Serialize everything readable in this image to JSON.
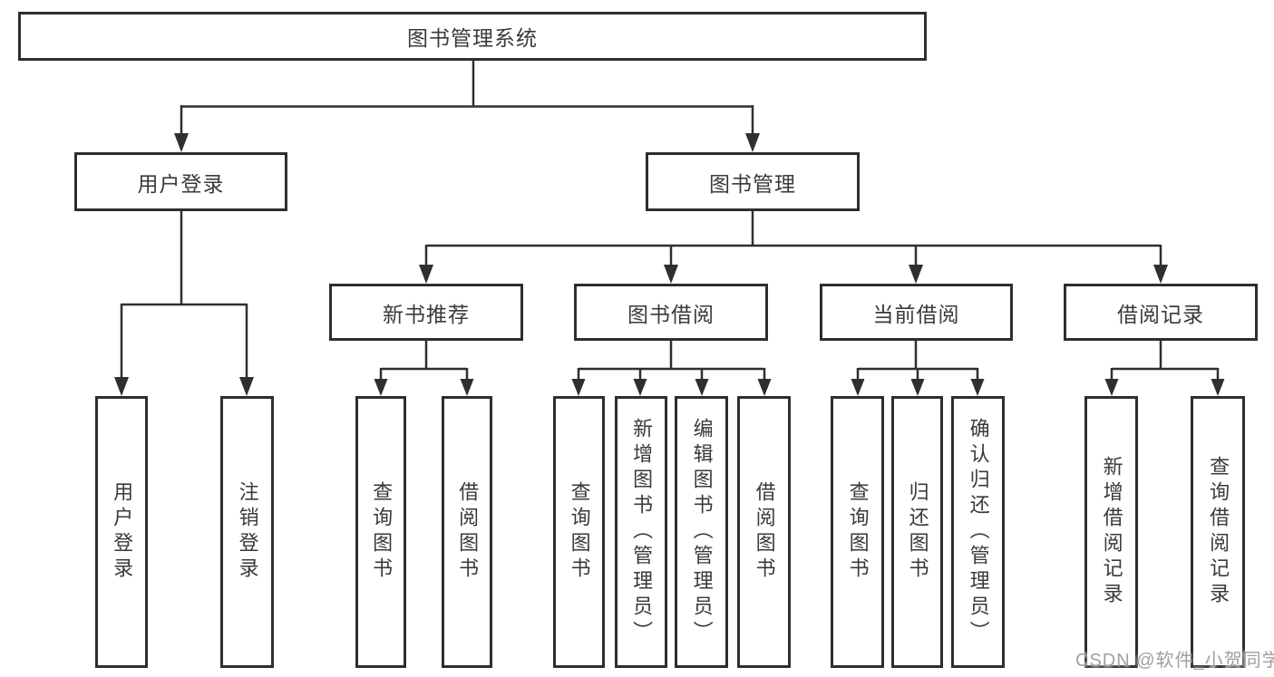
{
  "tree": {
    "root": {
      "label": "图书管理系统"
    },
    "branches": [
      {
        "label": "用户登录",
        "children": [
          {
            "label": "用户登录"
          },
          {
            "label": "注销登录"
          }
        ]
      },
      {
        "label": "图书管理",
        "children": [
          {
            "label": "新书推荐",
            "children": [
              {
                "label": "查询图书"
              },
              {
                "label": "借阅图书"
              }
            ]
          },
          {
            "label": "图书借阅",
            "children": [
              {
                "label": "查询图书"
              },
              {
                "label": "新增图书（管理员）"
              },
              {
                "label": "编辑图书（管理员）"
              },
              {
                "label": "借阅图书"
              }
            ]
          },
          {
            "label": "当前借阅",
            "children": [
              {
                "label": "查询图书"
              },
              {
                "label": "归还图书"
              },
              {
                "label": "确认归还（管理员）"
              }
            ]
          },
          {
            "label": "借阅记录",
            "children": [
              {
                "label": "新增借阅记录"
              },
              {
                "label": "查询借阅记录"
              }
            ]
          }
        ]
      }
    ]
  },
  "watermark": {
    "text": "CSDN @软件_小贺同学"
  },
  "colors": {
    "line": "#2f2f2f",
    "border": "#2e2e2e",
    "text": "#3a3a3a",
    "background": "#ffffff",
    "watermark": "#a0a0a0"
  }
}
